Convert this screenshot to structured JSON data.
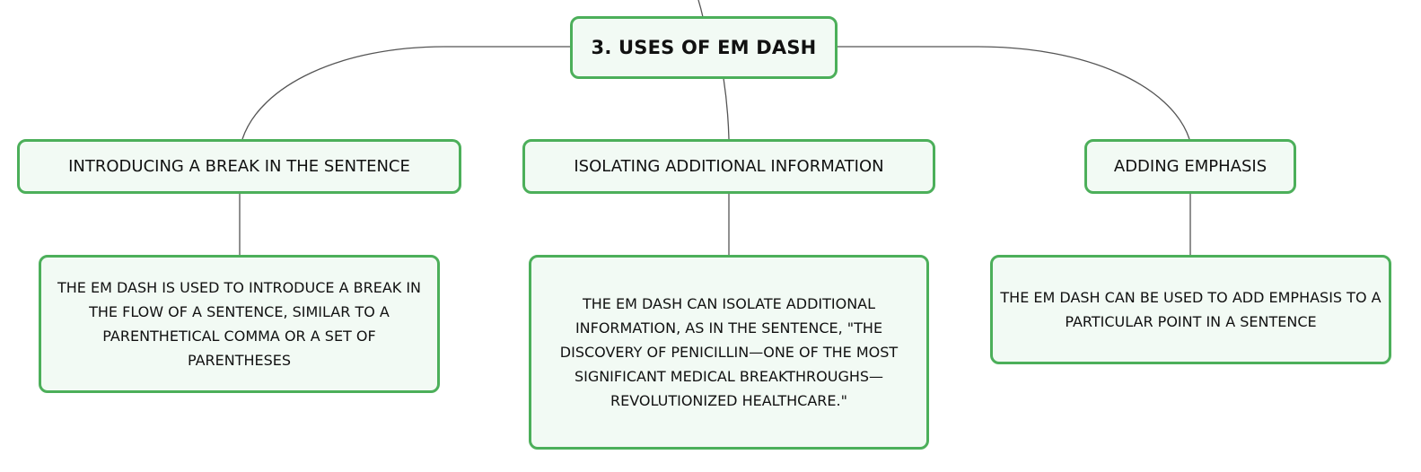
{
  "mindmap": {
    "root": {
      "label": "3. USES OF EM DASH"
    },
    "branches": [
      {
        "label": "INTRODUCING A BREAK IN THE SENTENCE",
        "detail": "THE EM DASH IS USED TO INTRODUCE A BREAK IN THE FLOW OF A SENTENCE, SIMILAR TO A PARENTHETICAL COMMA OR A SET OF PARENTHESES"
      },
      {
        "label": "ISOLATING ADDITIONAL INFORMATION",
        "detail": "THE EM DASH CAN ISOLATE ADDITIONAL INFORMATION, AS IN THE SENTENCE, \"THE DISCOVERY OF PENICILLIN—ONE OF THE MOST SIGNIFICANT MEDICAL BREAKTHROUGHS—REVOLUTIONIZED HEALTHCARE.\""
      },
      {
        "label": "ADDING EMPHASIS",
        "detail": "THE EM DASH CAN BE USED TO ADD EMPHASIS TO A PARTICULAR POINT IN A SENTENCE"
      }
    ]
  },
  "colors": {
    "node_border": "#4caf5a",
    "node_fill": "#f2faf4",
    "connector": "#555555",
    "text": "#111111"
  }
}
